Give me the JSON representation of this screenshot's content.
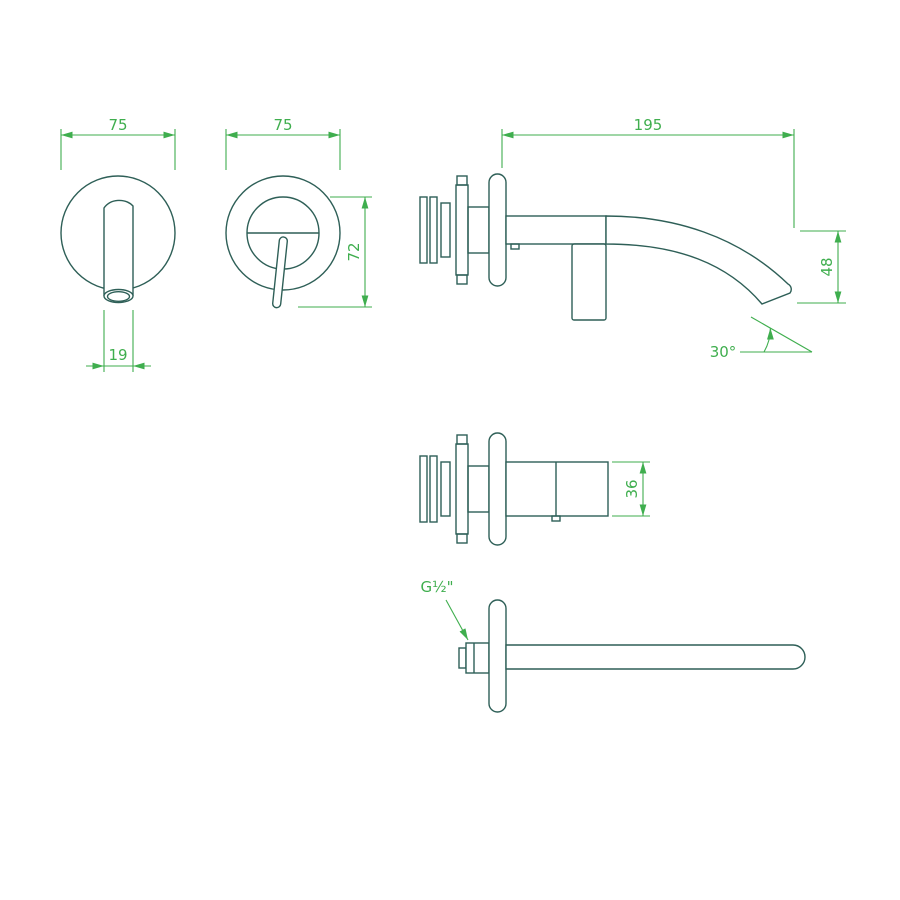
{
  "colors": {
    "outline": "#2e5f57",
    "dimension": "#3fae4e",
    "background": "#ffffff"
  },
  "views": {
    "spout_front": {
      "width_dim": "75",
      "outlet_dim": "19"
    },
    "handle_front": {
      "width_dim": "75",
      "height_dim": "72"
    },
    "mixer_side": {
      "length_dim": "195",
      "drop_dim": "48",
      "angle_dim": "30°"
    },
    "body_side": {
      "height_dim": "36"
    },
    "spout_side": {
      "thread_label": "G½\""
    }
  }
}
